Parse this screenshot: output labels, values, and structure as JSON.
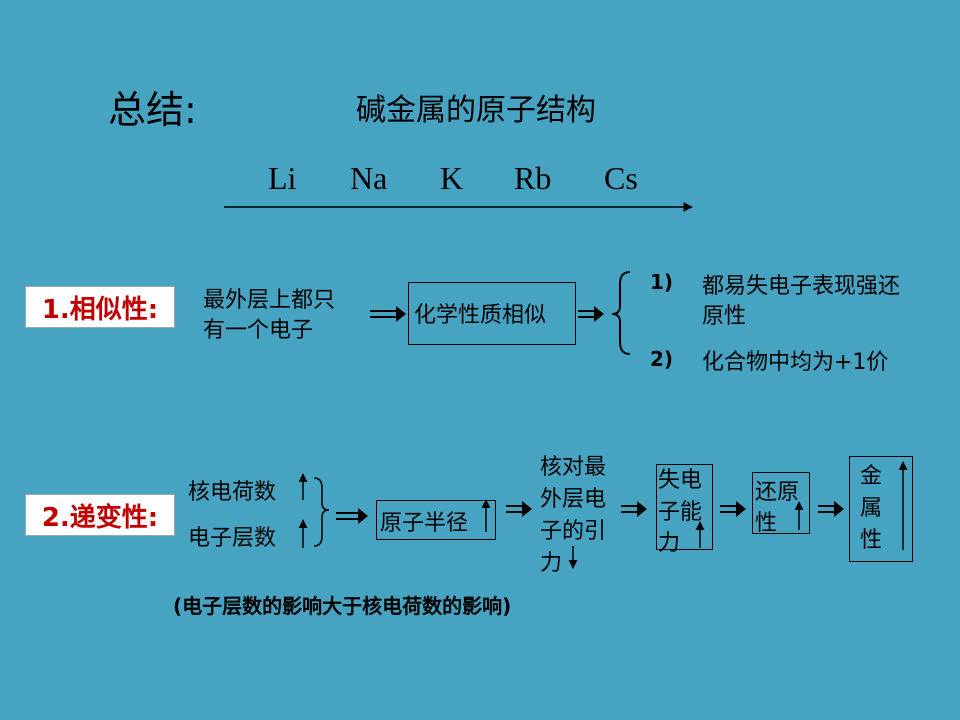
{
  "header": {
    "title": "总结:",
    "subtitle": "碱金属的原子结构",
    "elements": [
      "Li",
      "Na",
      "K",
      "Rb",
      "Cs"
    ]
  },
  "similarity": {
    "label": "1.相似性:",
    "cause_line1": "最外层上都只",
    "cause_line2": "有一个电子",
    "property": "化学性质相似",
    "point1_num": "1)",
    "point1_line1": "都易失电子表现强还",
    "point1_line2": "原性",
    "point2_num": "2)",
    "point2_text": "化合物中均为+1价"
  },
  "gradient": {
    "label": "2.递变性:",
    "factor1": "核电荷数",
    "factor2": "电子层数",
    "radius": "原子半径",
    "attraction_line1": "核对最",
    "attraction_line2": "外层电",
    "attraction_line3": "子的引",
    "attraction_line4": "力",
    "lose_line1": "失电",
    "lose_line2": "子能",
    "lose_line3": "力",
    "reduce_line1": "还原",
    "reduce_line2": "性",
    "metal_line1": "金",
    "metal_line2": "属",
    "metal_line3": "性",
    "note": "(电子层数的影响大于核电荷数的影响)"
  },
  "colors": {
    "background": "#46a3c1",
    "label_text": "#c00000"
  }
}
